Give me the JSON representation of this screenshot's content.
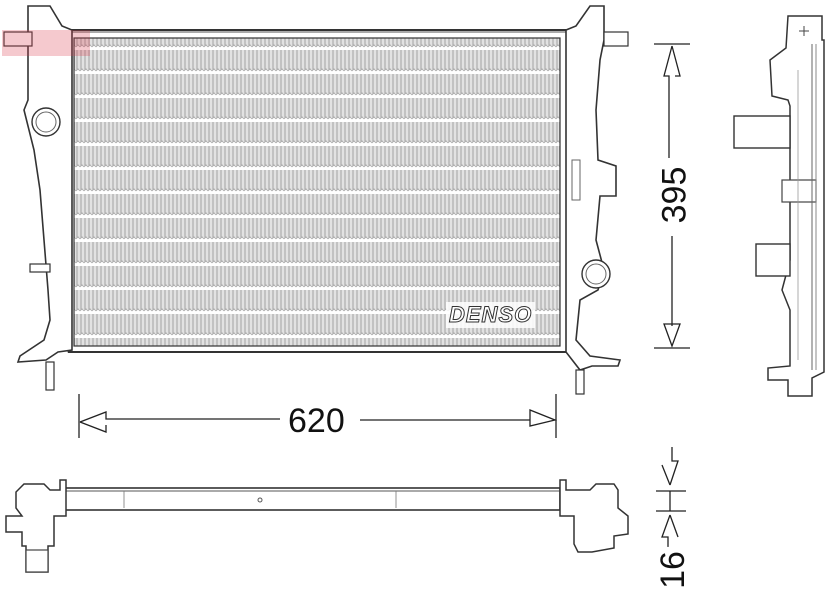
{
  "drawing": {
    "subject": "Radiator technical drawing",
    "brand_label": "DENSO",
    "watermark_label": "DENSO",
    "views": [
      "front-view",
      "side-view",
      "bottom-view"
    ]
  },
  "dimensions": {
    "width": {
      "value": "620",
      "unit": "mm"
    },
    "height": {
      "value": "395",
      "unit": "mm"
    },
    "depth": {
      "value": "16",
      "unit": "mm"
    }
  },
  "colors": {
    "line": "#333333",
    "core_fill": "#d9d9d9",
    "watermark": "#dc3c50",
    "background": "#ffffff"
  }
}
